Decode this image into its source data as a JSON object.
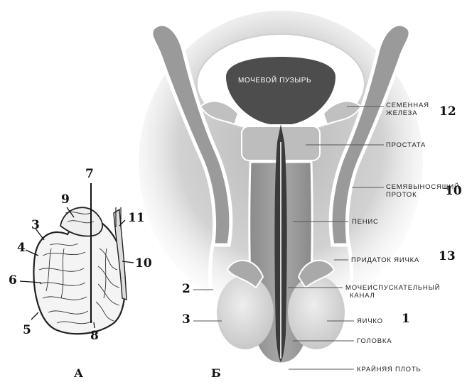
{
  "panel_a": {
    "caption": "А",
    "numbers": [
      "7",
      "9",
      "11",
      "3",
      "4",
      "10",
      "6",
      "5",
      "8"
    ]
  },
  "panel_b": {
    "caption": "Б",
    "bladder": "МОЧЕВОЙ ПУЗЫРЬ",
    "left_numbers": [
      "2",
      "3"
    ],
    "labels": [
      {
        "text_line1": "СЕМЕННАЯ",
        "text_line2": "ЖЕЛЕЗА",
        "number": "12"
      },
      {
        "text_line1": "ПРОСТАТА",
        "text_line2": "",
        "number": ""
      },
      {
        "text_line1": "СЕМЯВЫНОСЯЩИЙ",
        "text_line2": "ПРОТОК",
        "number": "10"
      },
      {
        "text_line1": "ПЕНИС",
        "text_line2": "",
        "number": ""
      },
      {
        "text_line1": "ПРИДАТОК ЯИЧКА",
        "text_line2": "",
        "number": "13"
      },
      {
        "text_line1": "МОЧЕИСПУСКАТЕЛЬНЫЙ",
        "text_line2": "КАНАЛ",
        "number": ""
      },
      {
        "text_line1": "ЯИЧКО",
        "text_line2": "",
        "number": "1"
      },
      {
        "text_line1": "ГОЛОВКА",
        "text_line2": "",
        "number": ""
      },
      {
        "text_line1": "КРАЙНЯЯ ПЛОТЬ",
        "text_line2": "",
        "number": ""
      }
    ]
  }
}
